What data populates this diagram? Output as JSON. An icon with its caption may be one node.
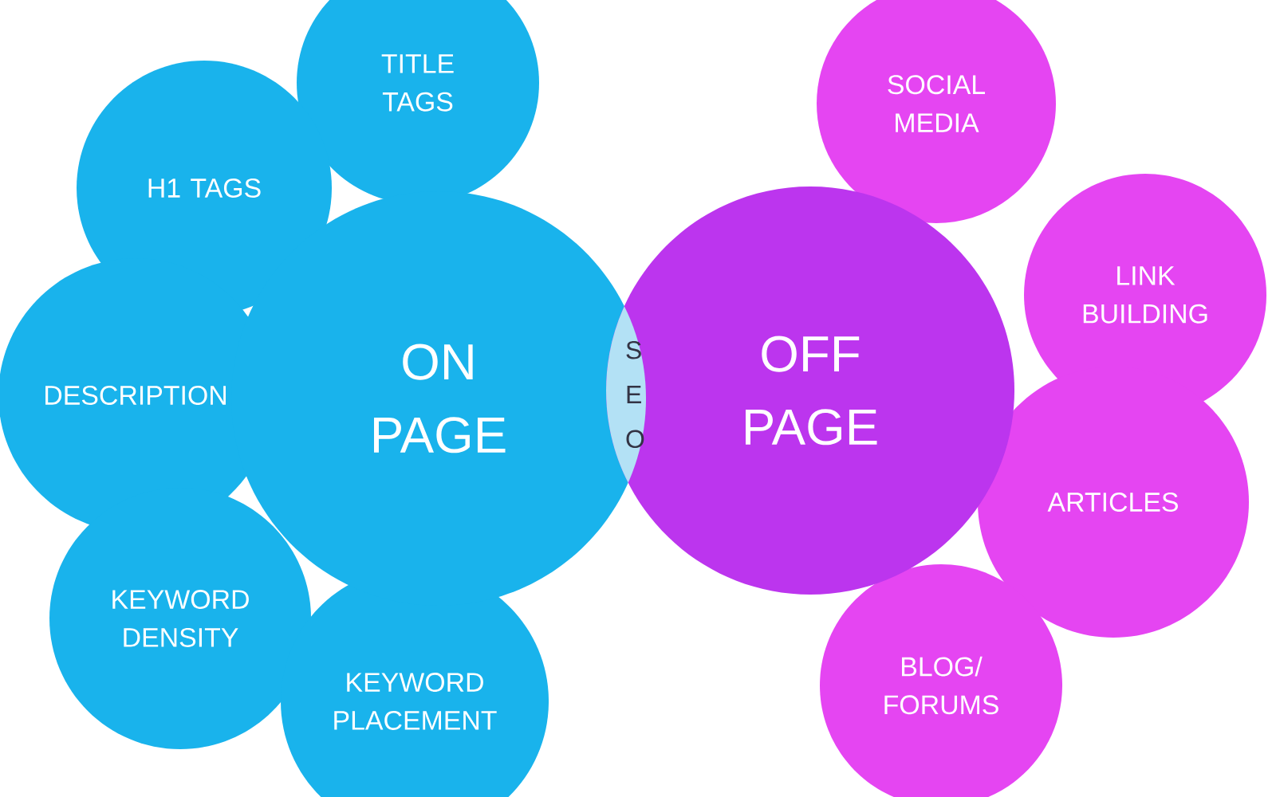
{
  "diagram": {
    "nodes": [
      {
        "text": [
          "ON PAGE"
        ]
      },
      {
        "text": [
          "SEO"
        ]
      },
      {
        "text": [
          "OFF PAGE"
        ]
      },
      {
        "text": [
          "TITLE TAGS"
        ]
      },
      {
        "text": [
          "H1 TAGS"
        ]
      },
      {
        "text": [
          "DESCRIPTION"
        ]
      },
      {
        "text": [
          "KEYWORD DENSITY"
        ]
      },
      {
        "text": [
          "KEYWORD PLACEMENT"
        ]
      },
      {
        "text": [
          "SOCIAL MEDIA"
        ]
      },
      {
        "text": [
          "LINK BUILDING"
        ]
      },
      {
        "text": [
          "ARTICLES"
        ]
      },
      {
        "text": [
          "BLOG/ FORUMS"
        ]
      }
    ]
  }
}
